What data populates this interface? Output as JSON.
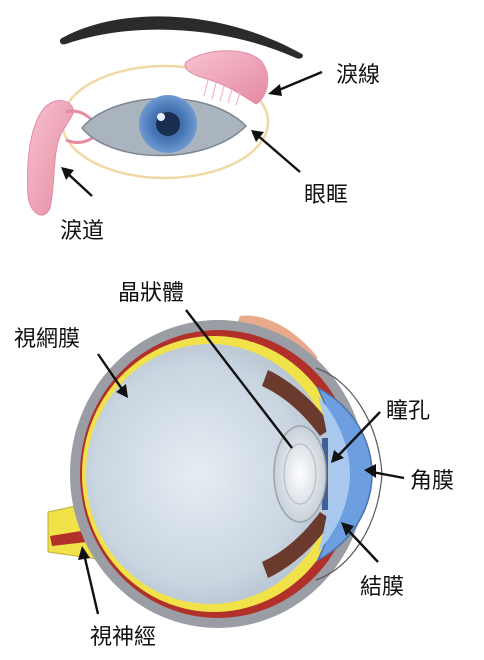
{
  "external_eye": {
    "labels": {
      "lacrimal_gland": "淚線",
      "orbit": "眼眶",
      "tear_duct": "淚道"
    }
  },
  "cross_section": {
    "labels": {
      "lens": "晶狀體",
      "retina": "視網膜",
      "pupil": "瞳孔",
      "cornea": "角膜",
      "conjunctiva": "結膜",
      "optic_nerve": "視神經"
    }
  },
  "colors": {
    "gland_pink": "#f2a6b8",
    "iris_blue": "#4a78b8",
    "sclera_grey": "#b9c2cc",
    "retina_yellow": "#f2e24a",
    "choroid_red": "#b2302a",
    "eyeball_blue_grey": "#c9d5e0",
    "cornea_blue": "#6d9fe0",
    "muscle_salmon": "#e9a98c"
  }
}
